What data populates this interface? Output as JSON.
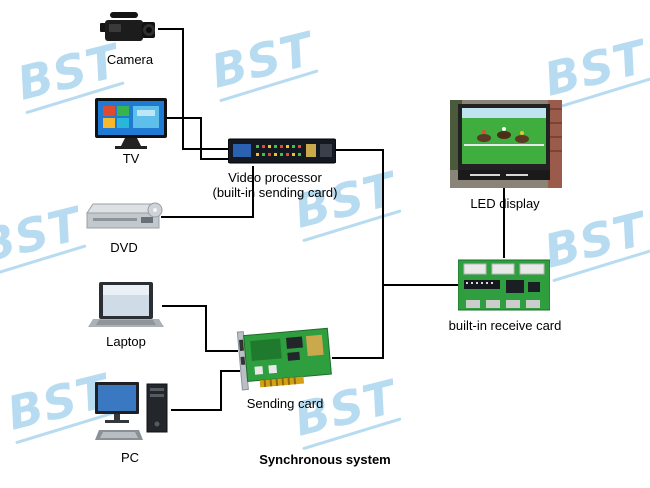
{
  "diagram": {
    "title": "Synchronous system",
    "watermark": {
      "text": "BST"
    },
    "colors": {
      "wire": "#000000",
      "watermark_blue": "#69b4e0",
      "pcb_green": "#2e9e3f",
      "led_screen_green": "#3fae3f"
    },
    "nodes": {
      "camera": {
        "label": "Camera"
      },
      "tv": {
        "label": "TV"
      },
      "processor": {
        "label": "Video processor",
        "sublabel": "(built-in sending card)"
      },
      "dvd": {
        "label": "DVD"
      },
      "laptop": {
        "label": "Laptop"
      },
      "sending_card": {
        "label": "Sending card"
      },
      "pc": {
        "label": "PC"
      },
      "led_display": {
        "label": "LED display"
      },
      "receive_card": {
        "label": "built-in receive card"
      }
    }
  }
}
